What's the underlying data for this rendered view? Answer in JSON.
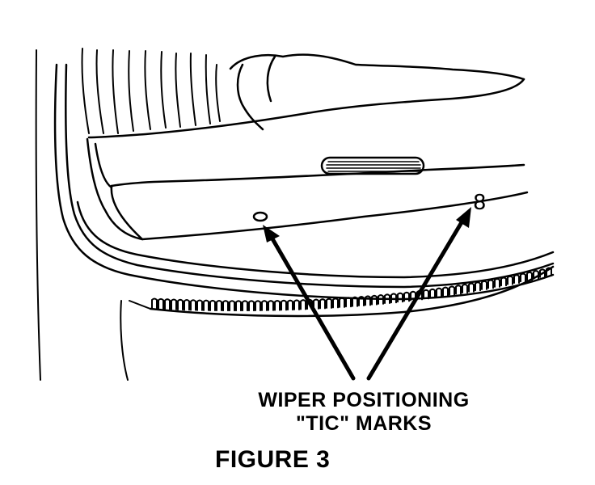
{
  "callout": {
    "line1": "WIPER  POSITIONING",
    "line2": "\"TIC\" MARKS"
  },
  "caption": "FIGURE 3",
  "tic_marks": {
    "left": "o",
    "right": "8"
  },
  "colors": {
    "ink": "#000000",
    "paper": "#ffffff"
  }
}
